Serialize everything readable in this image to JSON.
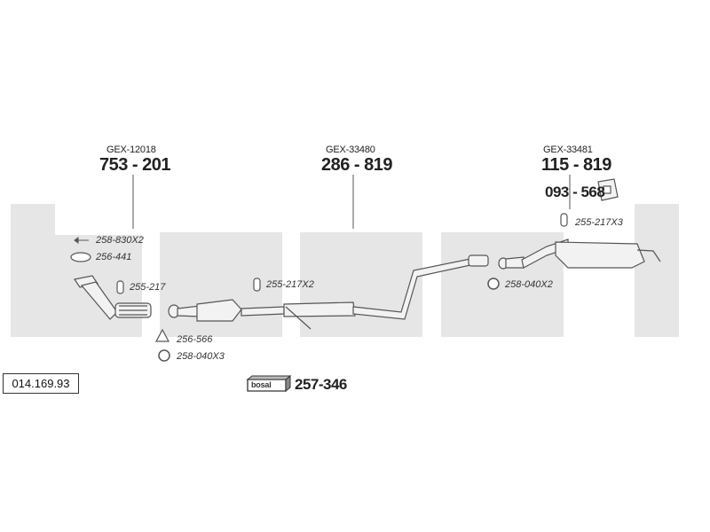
{
  "watermark": {
    "text": "bosal",
    "color": "#e6e6e6"
  },
  "catalog_code": "014.169.93",
  "sections": [
    {
      "ref": "GEX-12018",
      "part": "753 - 201"
    },
    {
      "ref": "GEX-33480",
      "part": "286 - 819"
    },
    {
      "ref": "GEX-33481",
      "part": "115 - 819",
      "extra_part": "093 - 568"
    }
  ],
  "accessories": {
    "a1": "258-830X2",
    "a2": "256-441",
    "a3": "255-217",
    "a4": "256-566",
    "a5": "258-040X3",
    "a6": "255-217X2",
    "a7": "258-040X2",
    "a8": "255-217X3"
  },
  "assembly_kit": {
    "badge": "bosal",
    "part": "257-346"
  },
  "colors": {
    "line": "#555555",
    "pipe_fill": "#f2f2f2",
    "text": "#222222"
  }
}
